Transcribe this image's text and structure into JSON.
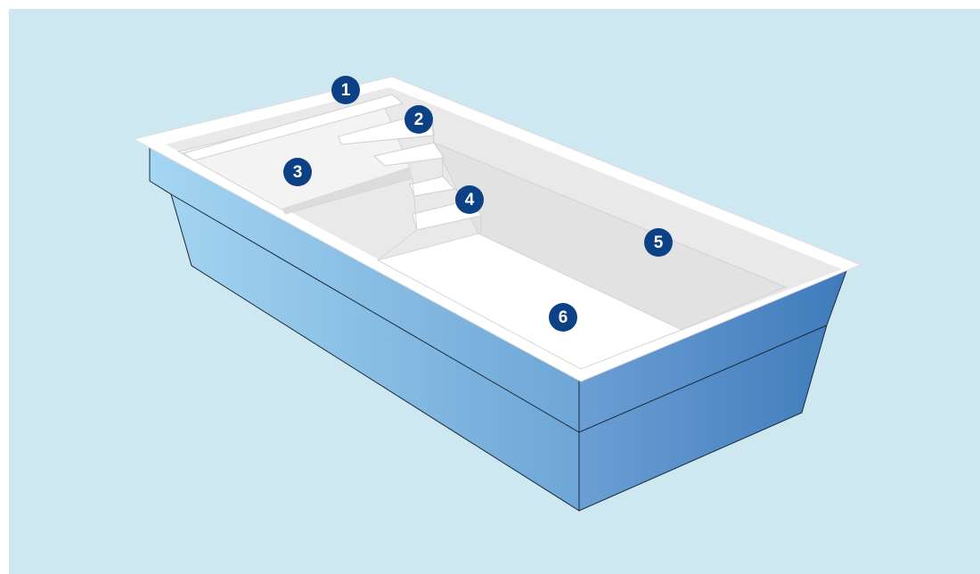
{
  "diagram": {
    "colors": {
      "background": "#cde8f0",
      "shell_light": "#a5d6f2",
      "shell_dark": "#4a87c5",
      "rim": "#ffffff",
      "interior": "#e9e9e9",
      "floor": "#ffffff",
      "marker": "#0d4186",
      "marker_text": "#ffffff"
    },
    "markers": [
      {
        "number": "1"
      },
      {
        "number": "2"
      },
      {
        "number": "3"
      },
      {
        "number": "4"
      },
      {
        "number": "5"
      },
      {
        "number": "6"
      }
    ]
  }
}
